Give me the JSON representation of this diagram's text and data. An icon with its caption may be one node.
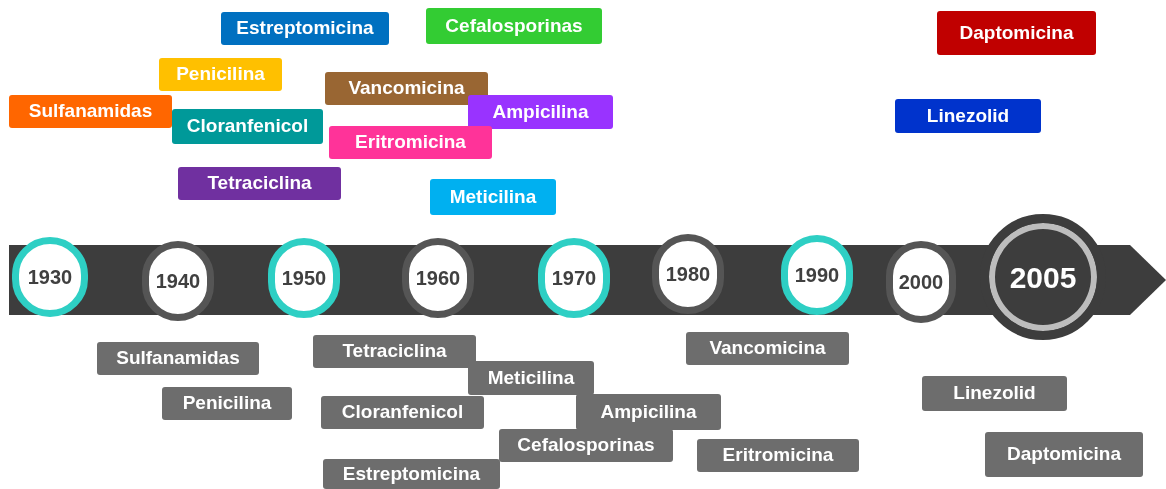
{
  "diagram": {
    "nodes": [
      {
        "text": [
          "Estreptomicina"
        ]
      },
      {
        "text": [
          "Cefalosporinas"
        ]
      },
      {
        "text": [
          "Daptomicina"
        ]
      },
      {
        "text": [
          "Penicilina"
        ]
      },
      {
        "text": [
          "Vancomicina"
        ]
      },
      {
        "text": [
          "Sulfanamidas"
        ]
      },
      {
        "text": [
          "Ampicilina"
        ]
      },
      {
        "text": [
          "Linezolid"
        ]
      },
      {
        "text": [
          "Cloranfenicol"
        ]
      },
      {
        "text": [
          "Eritromicina"
        ]
      },
      {
        "text": [
          "Tetraciclina"
        ]
      },
      {
        "text": [
          "Meticilina"
        ]
      },
      {
        "text": [
          "1930"
        ]
      },
      {
        "text": [
          "1940"
        ]
      },
      {
        "text": [
          "1950"
        ]
      },
      {
        "text": [
          "1960"
        ]
      },
      {
        "text": [
          "1970"
        ]
      },
      {
        "text": [
          "1980"
        ]
      },
      {
        "text": [
          "1990"
        ]
      },
      {
        "text": [
          "2000"
        ]
      },
      {
        "text": [
          "2005"
        ]
      },
      {
        "text": [
          "Sulfanamidas"
        ]
      },
      {
        "text": [
          "Tetraciclina"
        ]
      },
      {
        "text": [
          "Vancomicina"
        ]
      },
      {
        "text": [
          "Meticilina"
        ]
      },
      {
        "text": [
          "Linezolid"
        ]
      },
      {
        "text": [
          "Penicilina"
        ]
      },
      {
        "text": [
          "Ampicilina"
        ]
      },
      {
        "text": [
          "Cloranfenicol"
        ]
      },
      {
        "text": [
          "Cefalosporinas"
        ]
      },
      {
        "text": [
          "Eritromicina"
        ]
      },
      {
        "text": [
          "Daptomicina"
        ]
      },
      {
        "text": [
          "Estreptomicina"
        ]
      }
    ]
  }
}
